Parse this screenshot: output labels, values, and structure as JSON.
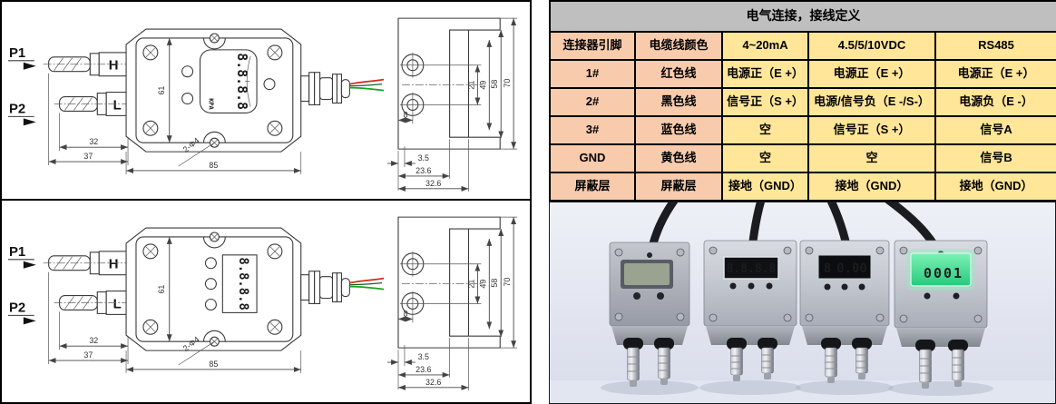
{
  "table": {
    "title": "电气连接，接线定义",
    "columns": [
      "连接器引脚",
      "电缆线颜色",
      "4~20mA",
      "4.5/5/10VDC",
      "RS485"
    ],
    "rows": [
      [
        "1#",
        "红色线",
        "电源正（E +）",
        "电源正（E +）",
        "电源正（E +）"
      ],
      [
        "2#",
        "黑色线",
        "信号正（S +）",
        "电源/信号负（E -/S-）",
        "电源负（E -）"
      ],
      [
        "3#",
        "蓝色线",
        "空",
        "信号正（S +）",
        "信号A"
      ],
      [
        "GND",
        "黄色线",
        "空",
        "空",
        "信号B"
      ],
      [
        "屏蔽层",
        "屏蔽层",
        "接地（GND）",
        "接地（GND）",
        "接地（GND）"
      ]
    ],
    "colors": {
      "title_bg": "#bfbfbf",
      "pin_bg": "#f8cbad",
      "value_bg": "#ffe699",
      "border": "#000000"
    }
  },
  "drawing": {
    "labels": {
      "p1": "P1",
      "p2": "P2",
      "high_port": "H",
      "low_port": "L",
      "display_digits": "8.8.8.8",
      "display_unit": "KPA",
      "hole_note": "2-Φ4"
    },
    "dims": {
      "d32": "32",
      "d37": "37",
      "d61": "61",
      "d85": "85",
      "d21": "21",
      "d49": "49",
      "d58": "58",
      "d70": "70",
      "d8": "8",
      "d3_5": "3.5",
      "d23_6": "23.6",
      "d32_6": "32.6"
    }
  },
  "photo": {
    "devices": [
      {
        "name": "lcd-blank",
        "display": ""
      },
      {
        "name": "led-off",
        "display": "8.8.8.8"
      },
      {
        "name": "led-red",
        "display_dim": "8",
        "display": "0.00"
      },
      {
        "name": "lcd-green",
        "display": "0001"
      }
    ]
  }
}
